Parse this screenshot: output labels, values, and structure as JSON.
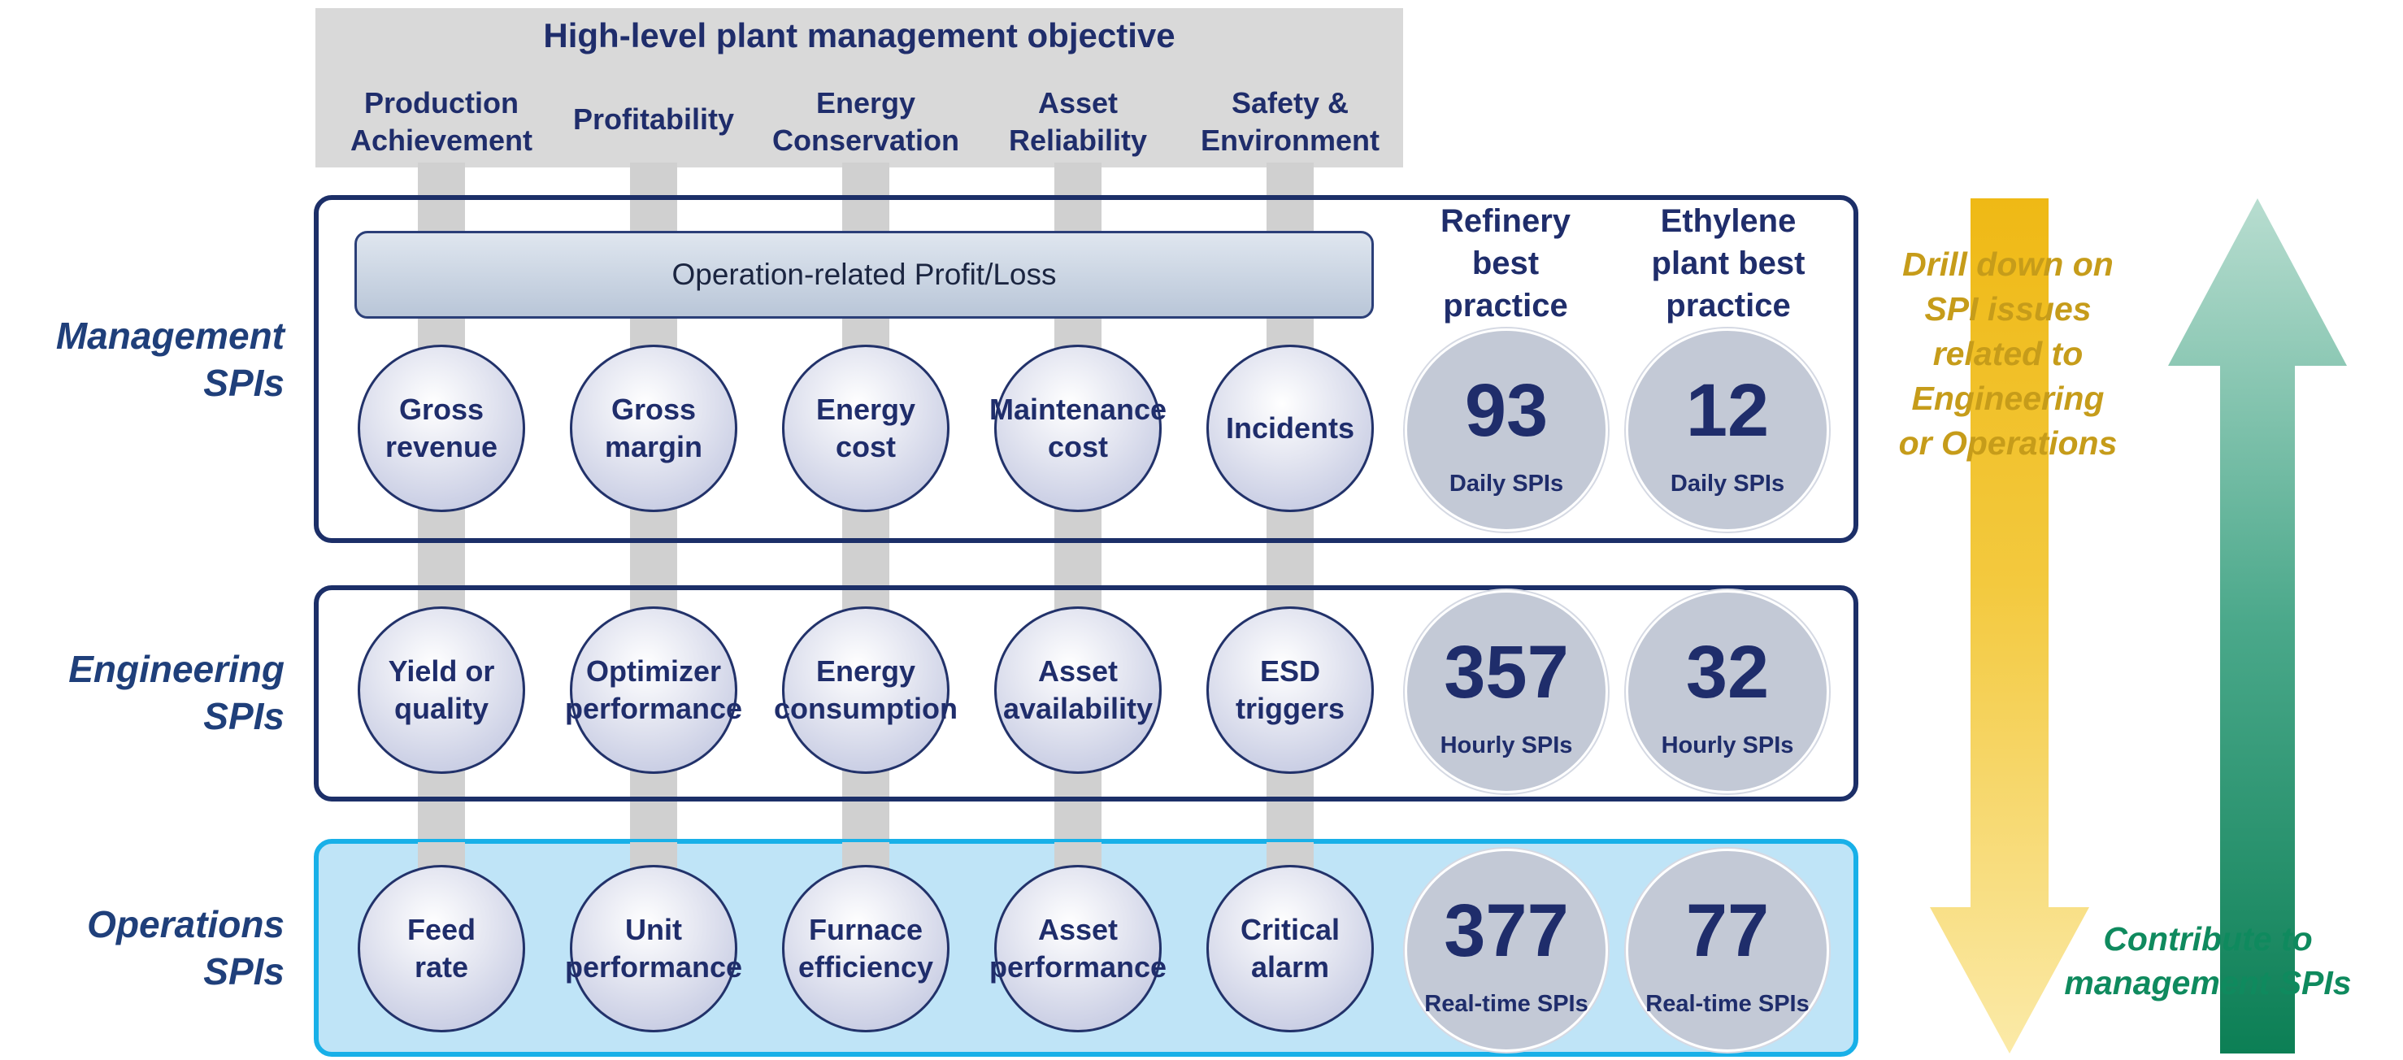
{
  "objective": {
    "title": "High-level plant management objective",
    "columns": [
      {
        "line1": "Production",
        "line2": "Achievement"
      },
      {
        "line1": "Profitability",
        "line2": ""
      },
      {
        "line1": "Energy",
        "line2": "Conservation"
      },
      {
        "line1": "Asset",
        "line2": "Reliability"
      },
      {
        "line1": "Safety &",
        "line2": "Environment"
      }
    ]
  },
  "profit_bar": "Operation-related Profit/Loss",
  "rows": {
    "management": {
      "label_line1": "Management",
      "label_line2": "SPIs",
      "spis": [
        "Gross\nrevenue",
        "Gross\nmargin",
        "Energy\ncost",
        "Maintenance\ncost",
        "Incidents"
      ]
    },
    "engineering": {
      "label_line1": "Engineering",
      "label_line2": "SPIs",
      "spis": [
        "Yield or\nquality",
        "Optimizer\nperformance",
        "Energy\nconsumption",
        "Asset\navailability",
        "ESD\ntriggers"
      ]
    },
    "operations": {
      "label_line1": "Operations",
      "label_line2": "SPIs",
      "spis": [
        "Feed\nrate",
        "Unit\nperformance",
        "Furnace\nefficiency",
        "Asset\nperformance",
        "Critical\nalarm"
      ]
    }
  },
  "practices": {
    "refinery": {
      "header": [
        "Refinery",
        "best",
        "practice"
      ],
      "counts": [
        {
          "value": "93",
          "unit": "Daily  SPIs"
        },
        {
          "value": "357",
          "unit": "Hourly  SPIs"
        },
        {
          "value": "377",
          "unit": "Real-time  SPIs"
        }
      ]
    },
    "ethylene": {
      "header": [
        "Ethylene",
        "plant best",
        "practice"
      ],
      "counts": [
        {
          "value": "12",
          "unit": "Daily  SPIs"
        },
        {
          "value": "32",
          "unit": "Hourly  SPIs"
        },
        {
          "value": "77",
          "unit": "Real-time  SPIs"
        }
      ]
    }
  },
  "arrows": {
    "drill_down": [
      "Drill down on",
      "SPI issues",
      "related to",
      "Engineering",
      "or Operations"
    ],
    "contribute": [
      "Contribute to",
      "management SPIs"
    ],
    "colors": {
      "drill": "#f0bd1e",
      "contribute": "#0f8a5e"
    }
  }
}
